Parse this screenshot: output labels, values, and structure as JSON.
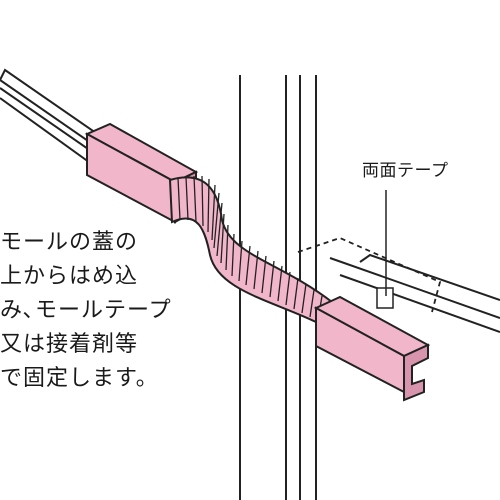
{
  "diagram": {
    "tape_label": "両面テープ",
    "instruction_lines": [
      "モールの蓋の",
      "上からはめ込",
      "み､モールテープ",
      "又は接着剤等",
      "で固定します。"
    ]
  },
  "colors": {
    "pink_fill": "#f2b6cb",
    "pink_dark": "#d893ad",
    "outline": "#222222",
    "background": "#ffffff"
  }
}
